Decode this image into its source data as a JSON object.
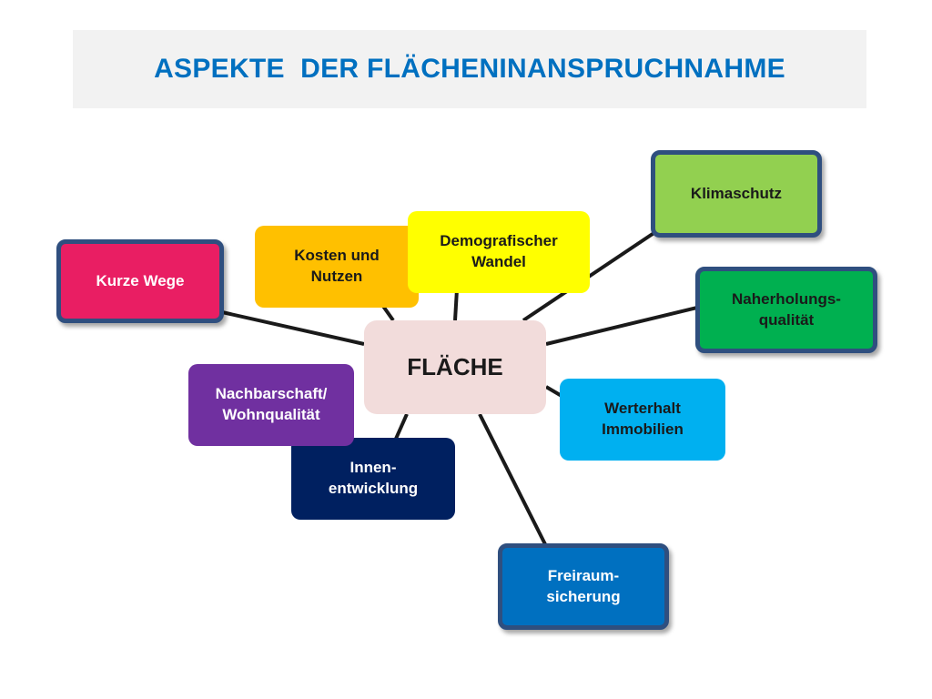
{
  "title": "ASPEKTE  DER FLÄCHENINANSPRUCHNAHME",
  "center": {
    "label": "FLÄCHE",
    "fill": "#f2dcdb",
    "text_color": "#1a1a1a"
  },
  "nodes": [
    {
      "id": "kurze-wege",
      "label": "Kurze Wege",
      "fill": "#e91e63",
      "text_color": "#ffffff",
      "framed": true
    },
    {
      "id": "kosten-nutzen",
      "label": "Kosten und\nNutzen",
      "fill": "#ffc000",
      "text_color": "#1a1a1a",
      "framed": false
    },
    {
      "id": "demografischer-wandel",
      "label": "Demografischer\nWandel",
      "fill": "#ffff00",
      "text_color": "#1a1a1a",
      "framed": false
    },
    {
      "id": "klimaschutz",
      "label": "Klimaschutz",
      "fill": "#92d050",
      "text_color": "#1a1a1a",
      "framed": true
    },
    {
      "id": "naherholungsqualitaet",
      "label": "Naherholungs-\nqualität",
      "fill": "#00b050",
      "text_color": "#1a1a1a",
      "framed": true
    },
    {
      "id": "werterhalt-immobilien",
      "label": "Werterhalt\nImmobilien",
      "fill": "#00b0f0",
      "text_color": "#1a1a1a",
      "framed": false
    },
    {
      "id": "freiraumsicherung",
      "label": "Freiraum-\nsicherung",
      "fill": "#0070c0",
      "text_color": "#ffffff",
      "framed": true
    },
    {
      "id": "innenentwicklung",
      "label": "Innen-\nentwicklung",
      "fill": "#002060",
      "text_color": "#ffffff",
      "framed": false
    },
    {
      "id": "nachbarschaft-wohnqualitaet",
      "label": "Nachbarschaft/\nWohnqualität",
      "fill": "#7030a0",
      "text_color": "#ffffff",
      "framed": false
    }
  ],
  "colors": {
    "title": "#0070c0",
    "connector": "#1a1a1a",
    "frame": "#2f4f7f",
    "title_band": "#f2f2f2"
  }
}
